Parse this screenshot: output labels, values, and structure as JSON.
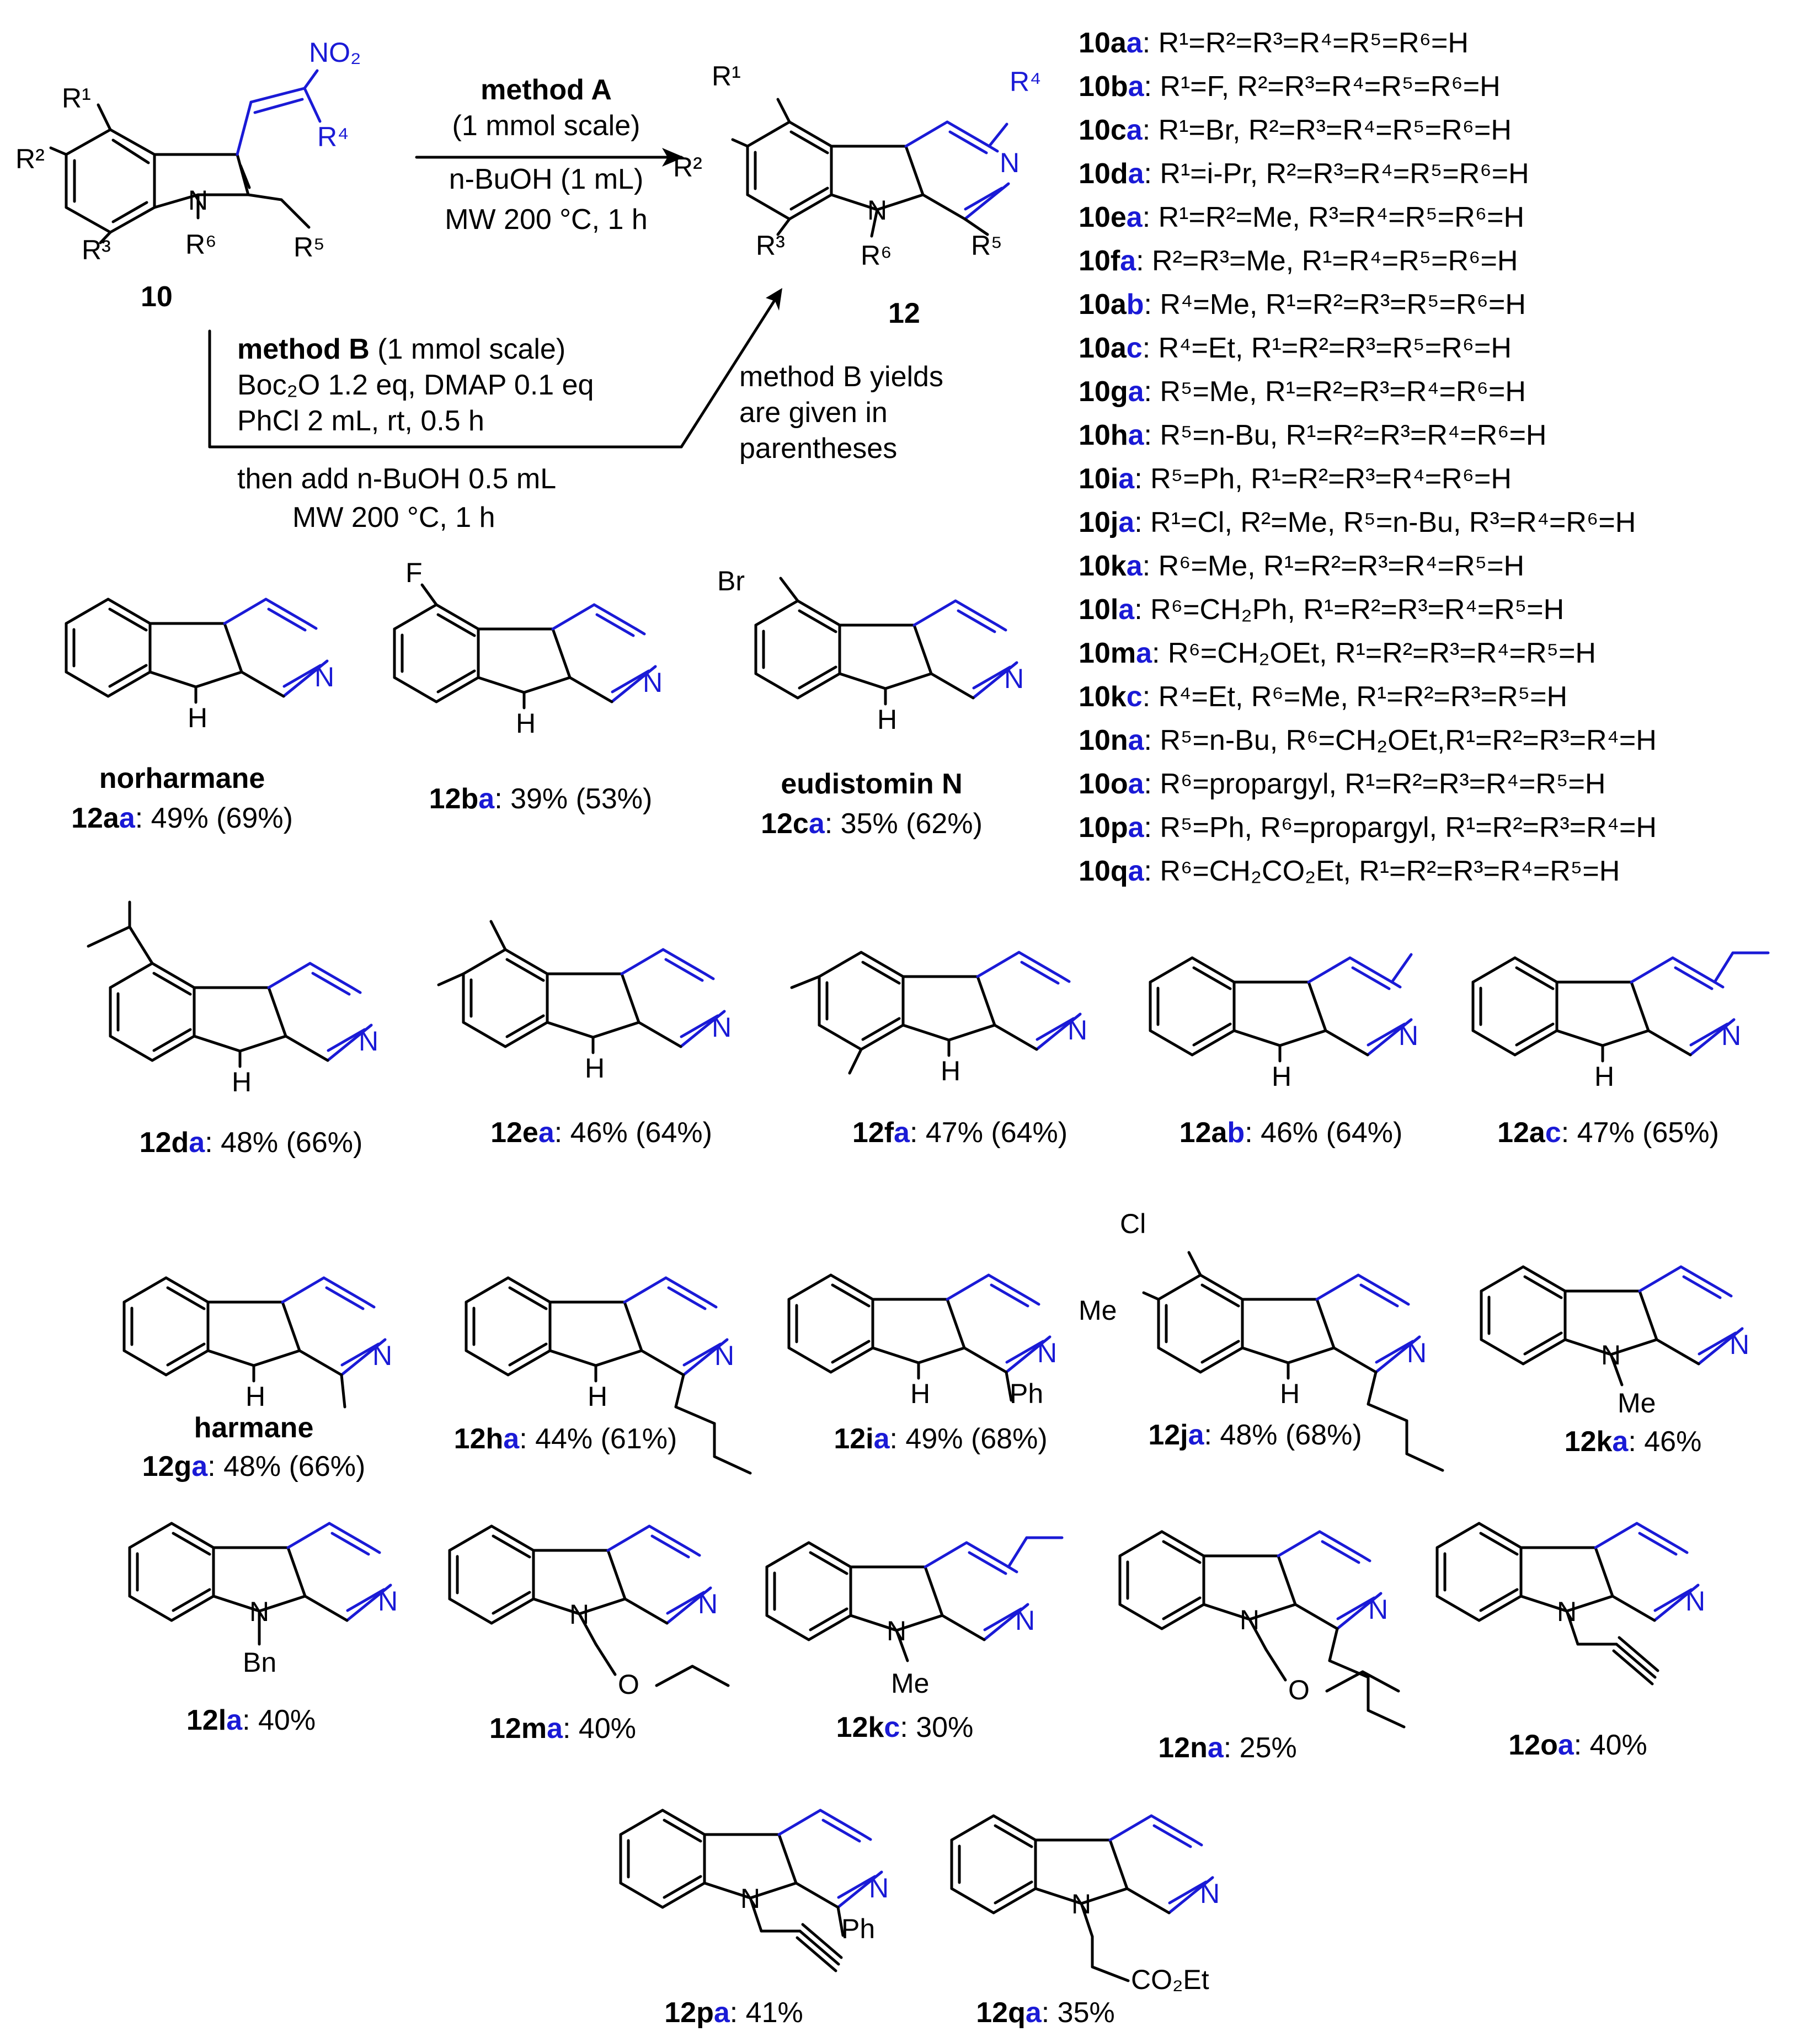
{
  "colors": {
    "ink": "#000000",
    "highlight": "#1a1ad6"
  },
  "scheme": {
    "sm_label": "10",
    "prod_label": "12",
    "method_a": {
      "title": "method A",
      "line1": "(1 mmol scale)",
      "line2_solvent": "n-BuOH (1 mL)",
      "line3": "MW 200 °C, 1 h"
    },
    "method_b": {
      "title": "method B",
      "scale": "(1 mmol scale)",
      "line1": "Boc₂O 1.2 eq, DMAP 0.1 eq",
      "line2": "PhCl 2 mL, rt, 0.5 h",
      "line3": "then add n-BuOH 0.5 mL",
      "line4": "MW 200 °C, 1 h"
    },
    "note": [
      "method B yields",
      "are given in",
      "parentheses"
    ]
  },
  "substrates": [
    {
      "id_a": "10a",
      "id_b": "a",
      "def": ": R¹=R²=R³=R⁴=R⁵=R⁶=H"
    },
    {
      "id_a": "10b",
      "id_b": "a",
      "def": ": R¹=F, R²=R³=R⁴=R⁵=R⁶=H"
    },
    {
      "id_a": "10c",
      "id_b": "a",
      "def": ": R¹=Br, R²=R³=R⁴=R⁵=R⁶=H"
    },
    {
      "id_a": "10d",
      "id_b": "a",
      "def": ": R¹=i-Pr, R²=R³=R⁴=R⁵=R⁶=H"
    },
    {
      "id_a": "10e",
      "id_b": "a",
      "def": ": R¹=R²=Me, R³=R⁴=R⁵=R⁶=H"
    },
    {
      "id_a": "10f",
      "id_b": "a",
      "def": ": R²=R³=Me, R¹=R⁴=R⁵=R⁶=H"
    },
    {
      "id_a": "10a",
      "id_b": "b",
      "def": ": R⁴=Me, R¹=R²=R³=R⁵=R⁶=H"
    },
    {
      "id_a": "10a",
      "id_b": "c",
      "def": ": R⁴=Et, R¹=R²=R³=R⁵=R⁶=H"
    },
    {
      "id_a": "10g",
      "id_b": "a",
      "def": ": R⁵=Me, R¹=R²=R³=R⁴=R⁶=H"
    },
    {
      "id_a": "10h",
      "id_b": "a",
      "def": ": R⁵=n-Bu, R¹=R²=R³=R⁴=R⁶=H"
    },
    {
      "id_a": "10i",
      "id_b": "a",
      "def": ": R⁵=Ph, R¹=R²=R³=R⁴=R⁶=H"
    },
    {
      "id_a": "10j",
      "id_b": "a",
      "def": ": R¹=Cl, R²=Me, R⁵=n-Bu, R³=R⁴=R⁶=H"
    },
    {
      "id_a": "10k",
      "id_b": "a",
      "def": ": R⁶=Me, R¹=R²=R³=R⁴=R⁵=H"
    },
    {
      "id_a": "10l",
      "id_b": "a",
      "def": ": R⁶=CH₂Ph, R¹=R²=R³=R⁴=R⁵=H"
    },
    {
      "id_a": "10m",
      "id_b": "a",
      "def": ": R⁶=CH₂OEt, R¹=R²=R³=R⁴=R⁵=H"
    },
    {
      "id_a": "10k",
      "id_b": "c",
      "def": ": R⁴=Et, R⁶=Me, R¹=R²=R³=R⁵=H"
    },
    {
      "id_a": "10n",
      "id_b": "a",
      "def": ": R⁵=n-Bu, R⁶=CH₂OEt,R¹=R²=R³=R⁴=H"
    },
    {
      "id_a": "10o",
      "id_b": "a",
      "def": ": R⁶=propargyl, R¹=R²=R³=R⁴=R⁵=H"
    },
    {
      "id_a": "10p",
      "id_b": "a",
      "def": ": R⁵=Ph, R⁶=propargyl, R¹=R²=R³=R⁴=H"
    },
    {
      "id_a": "10q",
      "id_b": "a",
      "def": ": R⁶=CH₂CO₂Et, R¹=R²=R³=R⁴=R⁵=H"
    }
  ],
  "products": [
    {
      "id_a": "12a",
      "id_b": "a",
      "yield": ": 49% (69%)",
      "name": "norharmane"
    },
    {
      "id_a": "12b",
      "id_b": "a",
      "yield": ": 39% (53%)",
      "r1": "F"
    },
    {
      "id_a": "12c",
      "id_b": "a",
      "yield": ": 35% (62%)",
      "name": "eudistomin N",
      "r1": "Br"
    },
    {
      "id_a": "12d",
      "id_b": "a",
      "yield": ": 48% (66%)"
    },
    {
      "id_a": "12e",
      "id_b": "a",
      "yield": ": 46% (64%)"
    },
    {
      "id_a": "12f",
      "id_b": "a",
      "yield": ": 47% (64%)"
    },
    {
      "id_a": "12a",
      "id_b": "b",
      "yield": ": 46% (64%)"
    },
    {
      "id_a": "12a",
      "id_b": "c",
      "yield": ": 47% (65%)"
    },
    {
      "id_a": "12g",
      "id_b": "a",
      "yield": ": 48% (66%)",
      "name": "harmane"
    },
    {
      "id_a": "12h",
      "id_b": "a",
      "yield": ": 44% (61%)"
    },
    {
      "id_a": "12i",
      "id_b": "a",
      "yield": ": 49% (68%)",
      "r5": "Ph"
    },
    {
      "id_a": "12j",
      "id_b": "a",
      "yield": ": 48% (68%)",
      "r1": "Cl",
      "r2": "Me"
    },
    {
      "id_a": "12k",
      "id_b": "a",
      "yield": ": 46%",
      "r6": "Me"
    },
    {
      "id_a": "12l",
      "id_b": "a",
      "yield": ": 40%",
      "r6": "Bn"
    },
    {
      "id_a": "12m",
      "id_b": "a",
      "yield": ": 40%",
      "o": "O"
    },
    {
      "id_a": "12k",
      "id_b": "c",
      "yield": ": 30%",
      "r6": "Me"
    },
    {
      "id_a": "12n",
      "id_b": "a",
      "yield": ": 25%",
      "o": "O"
    },
    {
      "id_a": "12o",
      "id_b": "a",
      "yield": ": 40%"
    },
    {
      "id_a": "12p",
      "id_b": "a",
      "yield": ": 41%",
      "r5": "Ph"
    },
    {
      "id_a": "12q",
      "id_b": "a",
      "yield": ": 35%",
      "ester": "CO₂Et"
    }
  ],
  "atoms": {
    "N": "N",
    "NH_H": "H",
    "NO2": "NO₂"
  },
  "rgroups": {
    "R1": "R¹",
    "R2": "R²",
    "R3": "R³",
    "R4": "R⁴",
    "R5": "R⁵",
    "R6": "R⁶"
  }
}
